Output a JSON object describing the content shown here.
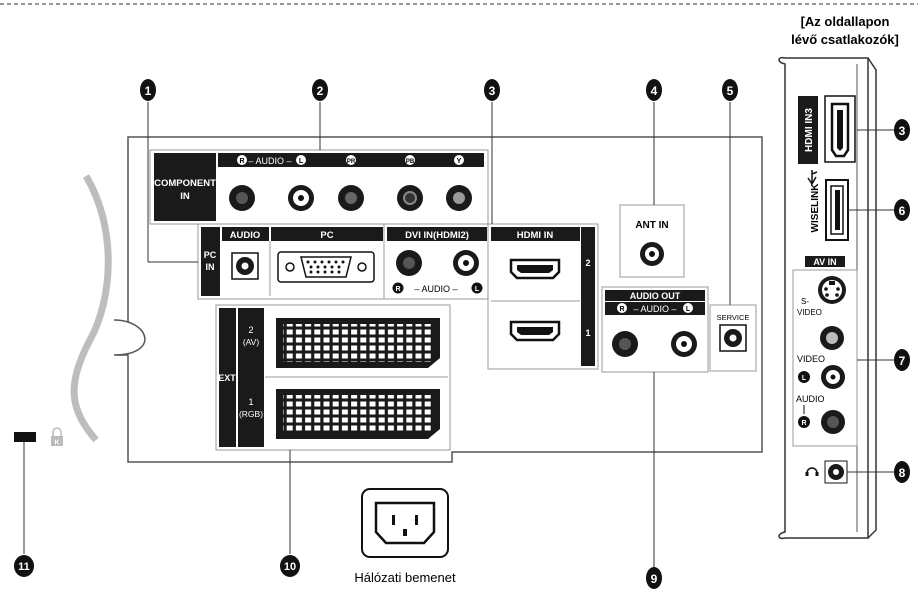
{
  "side_caption": {
    "line1": "[Az oldallapon",
    "line2": "lévő csatlakozók]"
  },
  "callouts": [
    "1",
    "2",
    "3",
    "4",
    "5",
    "6",
    "7",
    "8",
    "9",
    "10",
    "11"
  ],
  "component": {
    "label_line1": "COMPONENT",
    "label_line2": "IN",
    "audio_r": "R",
    "audio_word": "– AUDIO –",
    "audio_l": "L",
    "pr": "PR",
    "pb": "PB",
    "y": "Y"
  },
  "pc_in": {
    "label_line1": "PC",
    "label_line2": "IN",
    "audio": "AUDIO",
    "pc": "PC"
  },
  "dvi": {
    "title": "DVI IN(HDMI2)",
    "audio_r": "R",
    "audio_word": "– AUDIO –",
    "audio_l": "L"
  },
  "hdmi_in": {
    "title": "HDMI IN",
    "port2": "2",
    "port1": "1"
  },
  "ant_in": {
    "label": "ANT IN"
  },
  "service": {
    "label": "SERVICE"
  },
  "audio_out": {
    "title": "AUDIO OUT",
    "audio_r": "R",
    "audio_word": "– AUDIO –",
    "audio_l": "L"
  },
  "ext": {
    "label": "EXT",
    "port2_line1": "2",
    "port2_line2": "(AV)",
    "port1_line1": "1",
    "port1_line2": "(RGB)"
  },
  "power": {
    "label": "Hálózati bemenet"
  },
  "side_panel": {
    "hdmi3": "HDMI IN3",
    "wiselink": "WISELINK",
    "av_in": "AV IN",
    "svideo_line1": "S-",
    "svideo_line2": "VIDEO",
    "video": "VIDEO",
    "audio": "AUDIO",
    "l": "L",
    "r": "R"
  },
  "colors": {
    "ink": "#111111",
    "panel_line": "#555555",
    "accent_gray": "#bdbdbd"
  }
}
